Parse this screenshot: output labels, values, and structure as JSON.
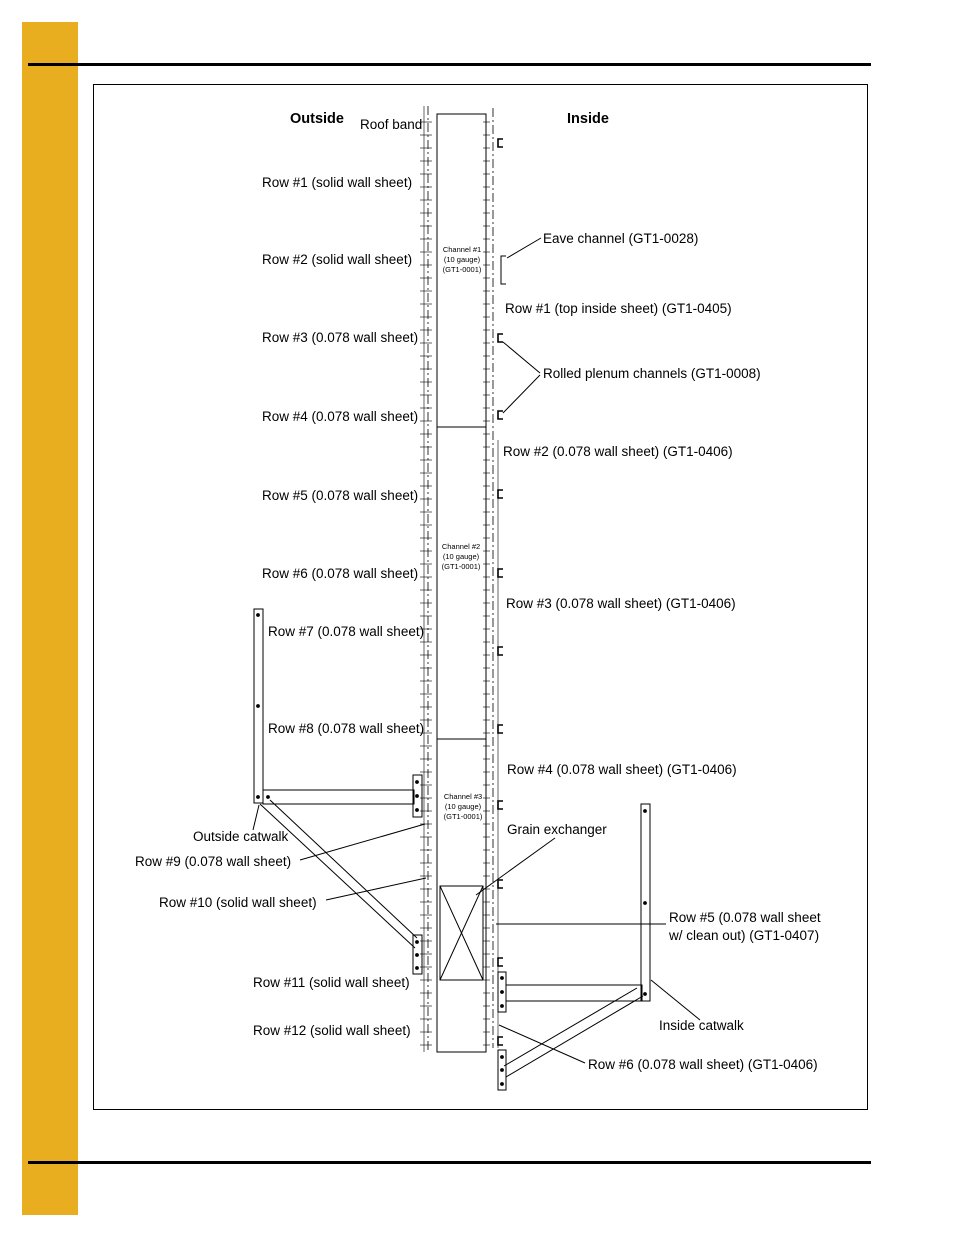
{
  "colors": {
    "accent_tab": "#E8AE1F",
    "line": "#000000"
  },
  "headers": {
    "outside": "Outside",
    "inside": "Inside"
  },
  "outside_labels": {
    "roof_band": "Roof band",
    "row1": "Row #1 (solid wall sheet)",
    "row2": "Row #2 (solid wall sheet)",
    "row3": "Row #3 (0.078 wall sheet)",
    "row4": "Row #4 (0.078 wall sheet)",
    "row5": "Row #5 (0.078 wall sheet)",
    "row6": "Row #6 (0.078 wall sheet)",
    "row7": "Row #7 (0.078 wall sheet)",
    "row8": "Row #8 (0.078 wall sheet)",
    "outside_catwalk": "Outside catwalk",
    "row9": "Row #9 (0.078 wall sheet)",
    "row10": "Row #10 (solid wall sheet)",
    "row11": "Row #11 (solid wall sheet)",
    "row12": "Row #12 (solid wall sheet)"
  },
  "inside_labels": {
    "eave_channel": "Eave channel (GT1-0028)",
    "row1": "Row #1 (top inside sheet) (GT1-0405)",
    "rolled_plenum": "Rolled plenum channels (GT1-0008)",
    "row2": "Row #2 (0.078 wall sheet) (GT1-0406)",
    "row3": "Row #3 (0.078 wall sheet) (GT1-0406)",
    "row4": "Row #4 (0.078 wall sheet) (GT1-0406)",
    "grain_exchanger": "Grain exchanger",
    "row5_line1": "Row #5 (0.078 wall sheet",
    "row5_line2": "w/ clean out) (GT1-0407)",
    "inside_catwalk": "Inside catwalk",
    "row6": "Row #6 (0.078 wall sheet) (GT1-0406)"
  },
  "channels": [
    {
      "l1": "Channel #1",
      "l2": "(10 gauge)",
      "l3": "(GT1-0001)"
    },
    {
      "l1": "Channel #2",
      "l2": "(10 gauge)",
      "l3": "(GT1-0001)"
    },
    {
      "l1": "Channel #3",
      "l2": "(10 gauge)",
      "l3": "(GT1-0001)"
    }
  ]
}
